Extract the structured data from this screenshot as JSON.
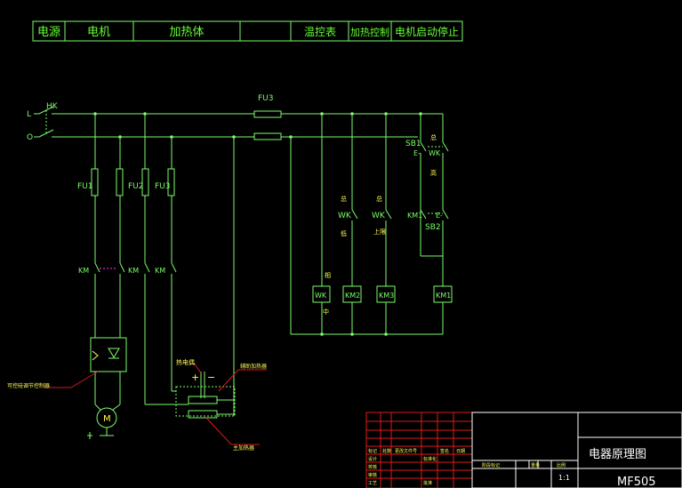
{
  "header": {
    "cells": [
      "电源",
      "电机",
      "加热体",
      "",
      "温控表",
      "加热控制",
      "电机启动停止"
    ]
  },
  "labels": {
    "hk": "HK",
    "fu3_top": "FU3",
    "fu1": "FU1",
    "fu2": "FU2",
    "fu3": "FU3",
    "km_a": "KM",
    "km_b": "KM",
    "km_c": "KM",
    "line_l": "L",
    "line_o": "O",
    "wk": "WK",
    "km2": "KM2",
    "km3": "KM3",
    "km1": "KM1",
    "sb1": "SB1",
    "sb2": "SB2",
    "wk_sw1": "WK",
    "wk_sw2": "WK",
    "wk_sw3": "WK",
    "km1_contact": "KM1",
    "e_sb1": "E-",
    "e_sb2": "E-",
    "plus": "+",
    "minus": "−",
    "motor": "M",
    "note_controller": "可控硅调节控制器",
    "note_thermocouple": "热电偶",
    "note_aux_heater": "辅助加热器",
    "note_main_heater": "主加热器",
    "tag_zong1": "总",
    "tag_zong2": "总",
    "tag_zong3": "总",
    "tag_gao": "高",
    "tag_di": "低",
    "tag_shangxian": "上限",
    "tag_xiang": "相",
    "tag_zhong": "中"
  },
  "title_block": {
    "drawing_title": "电器原理图",
    "drawing_code": "MF505",
    "scale": "1:1",
    "row_labels": [
      "标记",
      "设计",
      "校核",
      "审核",
      "工艺"
    ],
    "col_labels": [
      "处数",
      "更改文件号",
      "签名",
      "日期"
    ],
    "stage_labels": [
      "阶段标记",
      "重量",
      "比例"
    ],
    "std_label": "标准化",
    "approve_label": "批准"
  },
  "colors": {
    "wire": "#7CFC6C",
    "green_text": "#66FF33",
    "yellow": "#FFFF55",
    "white": "#FFFFFF",
    "magenta": "#FF33FF",
    "red": "#E01818",
    "cyan": "#33E0FF"
  }
}
